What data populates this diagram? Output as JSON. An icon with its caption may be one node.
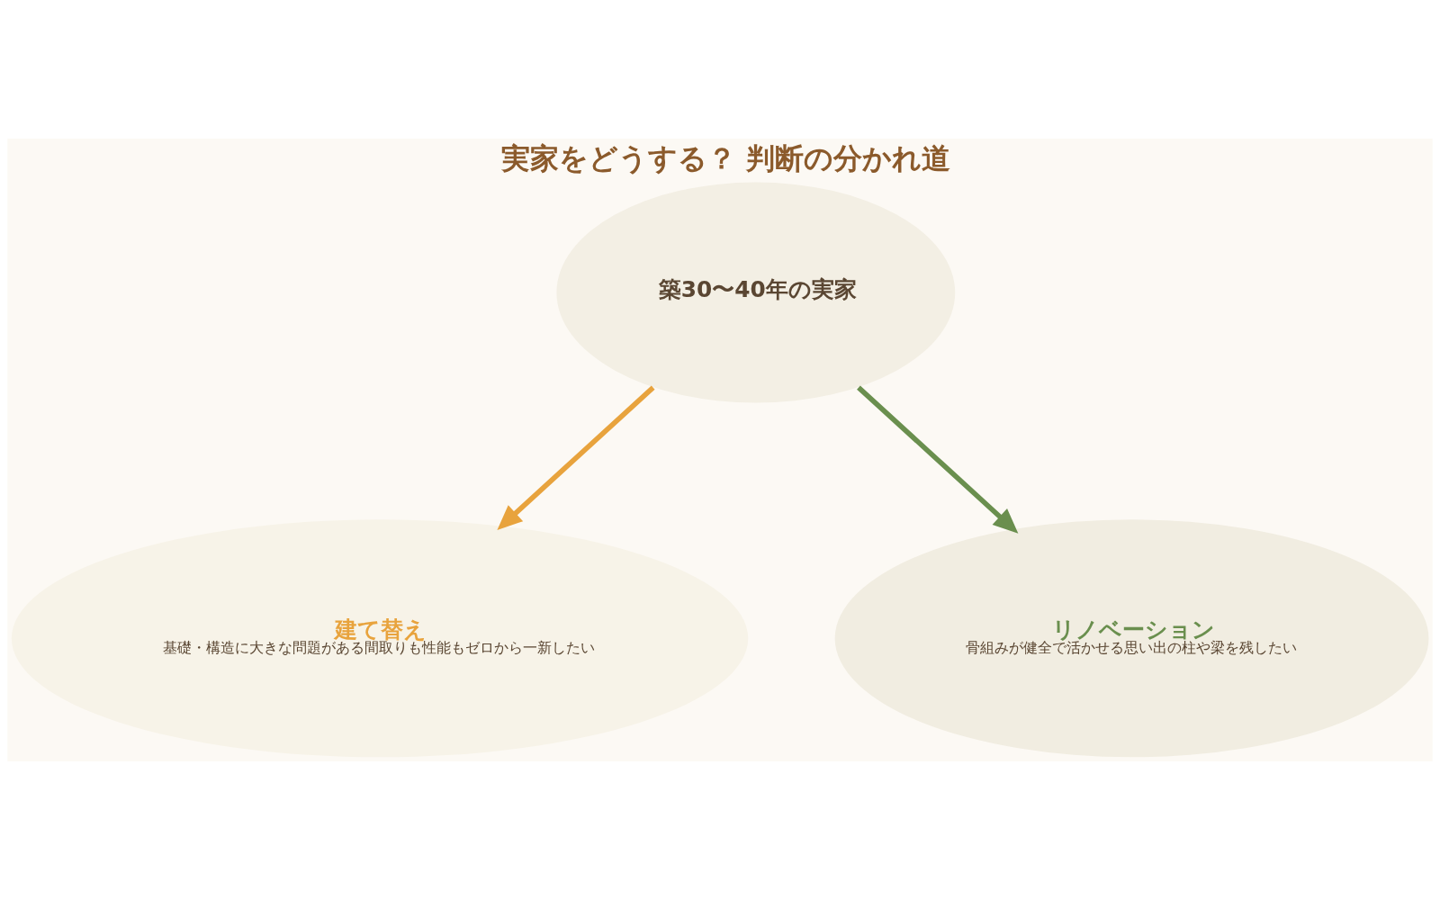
{
  "diagram": {
    "title": "実家をどうする？ 判断の分かれ道",
    "nodes": [
      {
        "text": [
          "築30〜40年の実家"
        ]
      },
      {
        "text": [
          "建て替え",
          "基礎・構造に大きな問題がある間取りも性能もゼロから一新したい"
        ]
      },
      {
        "text": [
          "リノベーション",
          "骨組みが健全で活かせる思い出の柱や梁を残したい"
        ]
      }
    ],
    "edges": [
      {
        "from": 0,
        "to": 1,
        "arrow": "to",
        "color": "#e8a33d"
      },
      {
        "from": 0,
        "to": 2,
        "arrow": "to",
        "color": "#6a8f4e"
      }
    ]
  }
}
